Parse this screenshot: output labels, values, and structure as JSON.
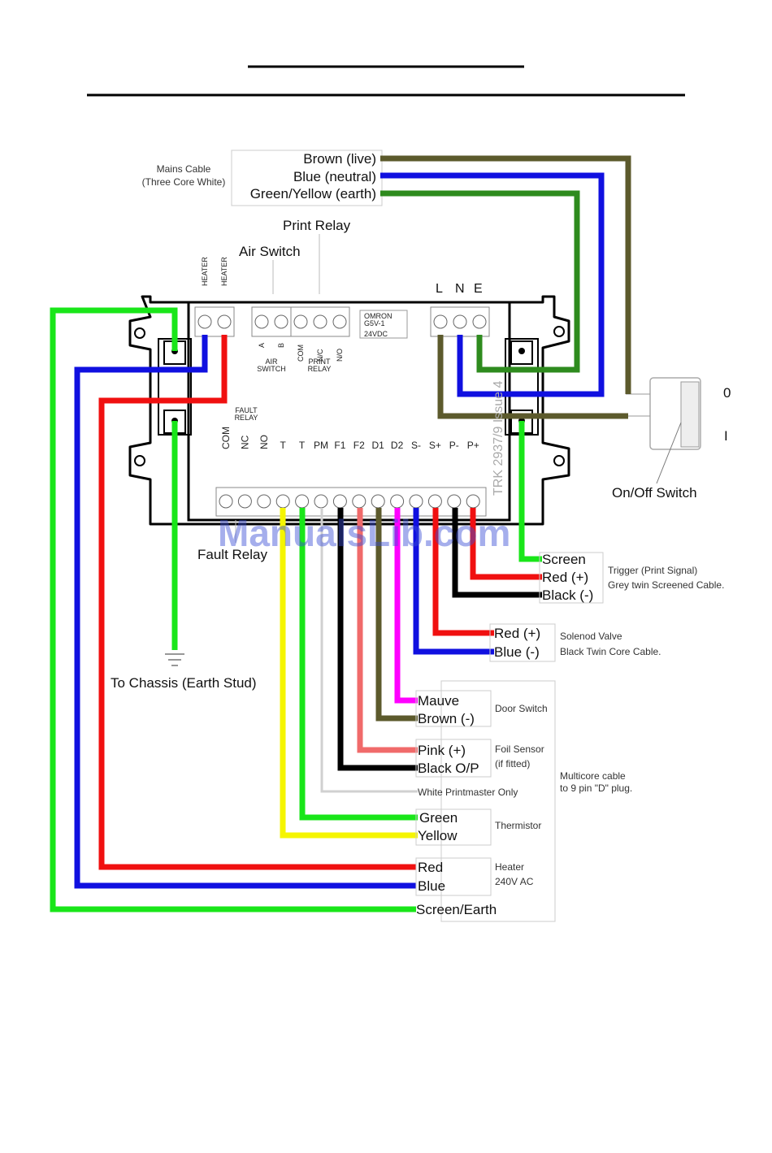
{
  "mains": {
    "cable_label_1": "Mains Cable",
    "cable_label_2": "(Three Core White)",
    "live": "Brown (live)",
    "neutral": "Blue (neutral)",
    "earth": "Green/Yellow (earth)"
  },
  "top_labels": {
    "print_relay": "Print Relay",
    "air_switch": "Air Switch",
    "heater_1": "HEATER",
    "heater_2": "HEATER",
    "lne": [
      "L",
      "N",
      "E"
    ]
  },
  "board": {
    "omron_1": "OMRON",
    "omron_2": "G5V-1",
    "omron_3": "24VDC",
    "air_a": "A",
    "air_b": "B",
    "air_switch_sub_1": "AIR",
    "air_switch_sub_2": "SWITCH",
    "com": "COM",
    "nc": "N/C",
    "no": "N/O",
    "print_relay_sub_1": "PRINT",
    "print_relay_sub_2": "RELAY",
    "fault_relay_sub_1": "FAULT",
    "fault_relay_sub_2": "RELAY",
    "bottom_terminals": [
      "COM",
      "NC",
      "NO",
      "T",
      "T",
      "PM",
      "F1",
      "F2",
      "D1",
      "D2",
      "S-",
      "S+",
      "P-",
      "P+"
    ],
    "trk_label": "TRK 2937/9 Issue 4"
  },
  "switch": {
    "label": "On/Off Switch",
    "off": "0",
    "on": "I"
  },
  "fault_relay_label": "Fault Relay",
  "chassis_label": "To Chassis (Earth Stud)",
  "trigger": {
    "screen": "Screen",
    "red": "Red   (+)",
    "black": "Black (-)",
    "desc_1": "Trigger (Print Signal)",
    "desc_2": "Grey twin Screened Cable."
  },
  "solenoid": {
    "red": "Red   (+)",
    "blue": "Blue (-)",
    "desc_1": "Solenod Valve",
    "desc_2": "Black Twin Core Cable."
  },
  "multicore": {
    "mauve": "Mauve",
    "brown": "Brown (-)",
    "door_switch": "Door Switch",
    "pink": "Pink   (+)",
    "black_op": "Black O/P",
    "foil_1": "Foil Sensor",
    "foil_2": "(if fitted)",
    "white": "White Printmaster Only",
    "green": "Green",
    "yellow": "Yellow",
    "thermistor": "Thermistor",
    "red": "Red",
    "blue": "Blue",
    "heater_1": "Heater",
    "heater_2": "240V AC",
    "screen_earth": "Screen/Earth",
    "cable_1": "Multicore cable",
    "cable_2": "to 9 pin  \"D\" plug."
  },
  "watermark": "ManualsLib.com",
  "colors": {
    "brown": "#5c5a2c",
    "blue": "#1010e0",
    "green": "#2e8b1e",
    "bright_green": "#19e619",
    "red": "#f01010",
    "black": "#000000",
    "yellow": "#f5f500",
    "mauve": "#ff00ff",
    "pink": "#f06a6a"
  }
}
